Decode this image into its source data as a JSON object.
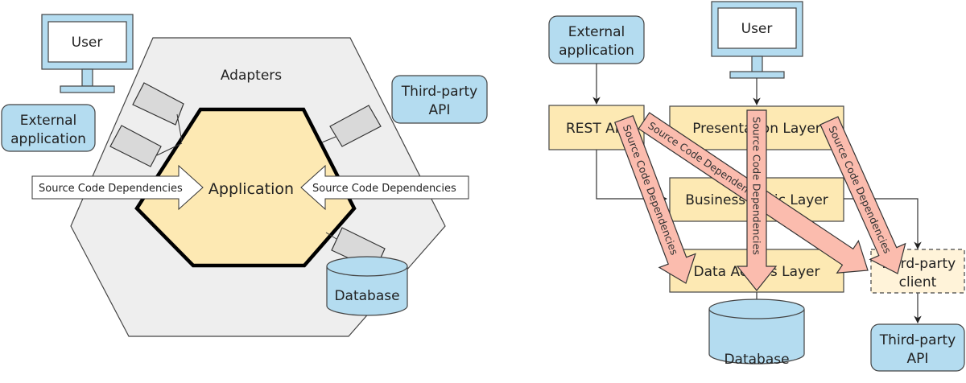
{
  "colors": {
    "blue_fill": "#b4dcf0",
    "yellow_fill": "#fde9b3",
    "light_yellow_fill": "#fff3d9",
    "gray_hex_fill": "#eeeeee",
    "adapter_fill": "#d9d9d9",
    "dependency_arrow_fill": "#fbbcae",
    "stroke": "#333333"
  },
  "hexagonal": {
    "user_label": "User",
    "adapters_label": "Adapters",
    "application_label": "Application",
    "external_app_label_line1": "External",
    "external_app_label_line2": "application",
    "third_party_label_line1": "Third-party",
    "third_party_label_line2": "API",
    "database_label": "Database",
    "dependency_left_label": "Source Code Dependencies",
    "dependency_right_label": "Source Code Dependencies"
  },
  "layered": {
    "external_app_label_line1": "External",
    "external_app_label_line2": "application",
    "user_label": "User",
    "rest_label": "REST API",
    "presentation_label": "Presentation Layer",
    "business_label": "Business Logic Layer",
    "data_access_label": "Data Access Layer",
    "third_party_client_line1": "Third-party",
    "third_party_client_line2": "client",
    "database_label": "Database",
    "third_party_api_line1": "Third-party",
    "third_party_api_line2": "API",
    "dependency_labels": [
      "Source Code Dependencies",
      "Source Code Dependencies",
      "Source Code Dependencies",
      "Source Code Dependencies"
    ]
  }
}
